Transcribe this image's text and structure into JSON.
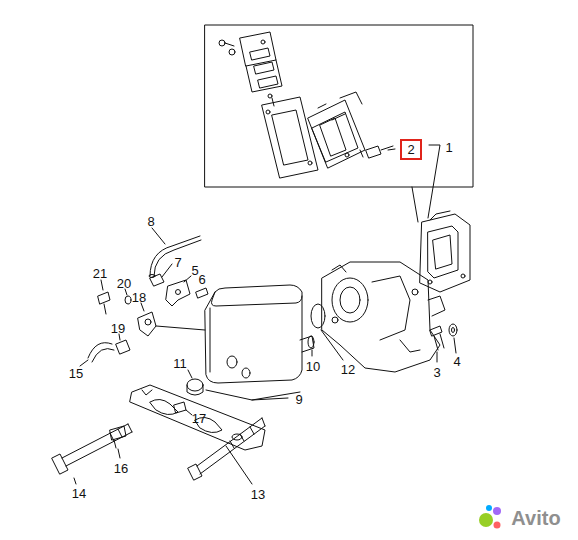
{
  "diagram": {
    "nodes": [
      {
        "text": [
          "2"
        ]
      }
    ],
    "labels": [
      "1",
      "8",
      "7",
      "21",
      "5",
      "20",
      "6",
      "18",
      "19",
      "4",
      "15",
      "11",
      "3",
      "10",
      "12",
      "9",
      "17",
      "16",
      "14",
      "13",
      "Avito"
    ]
  }
}
